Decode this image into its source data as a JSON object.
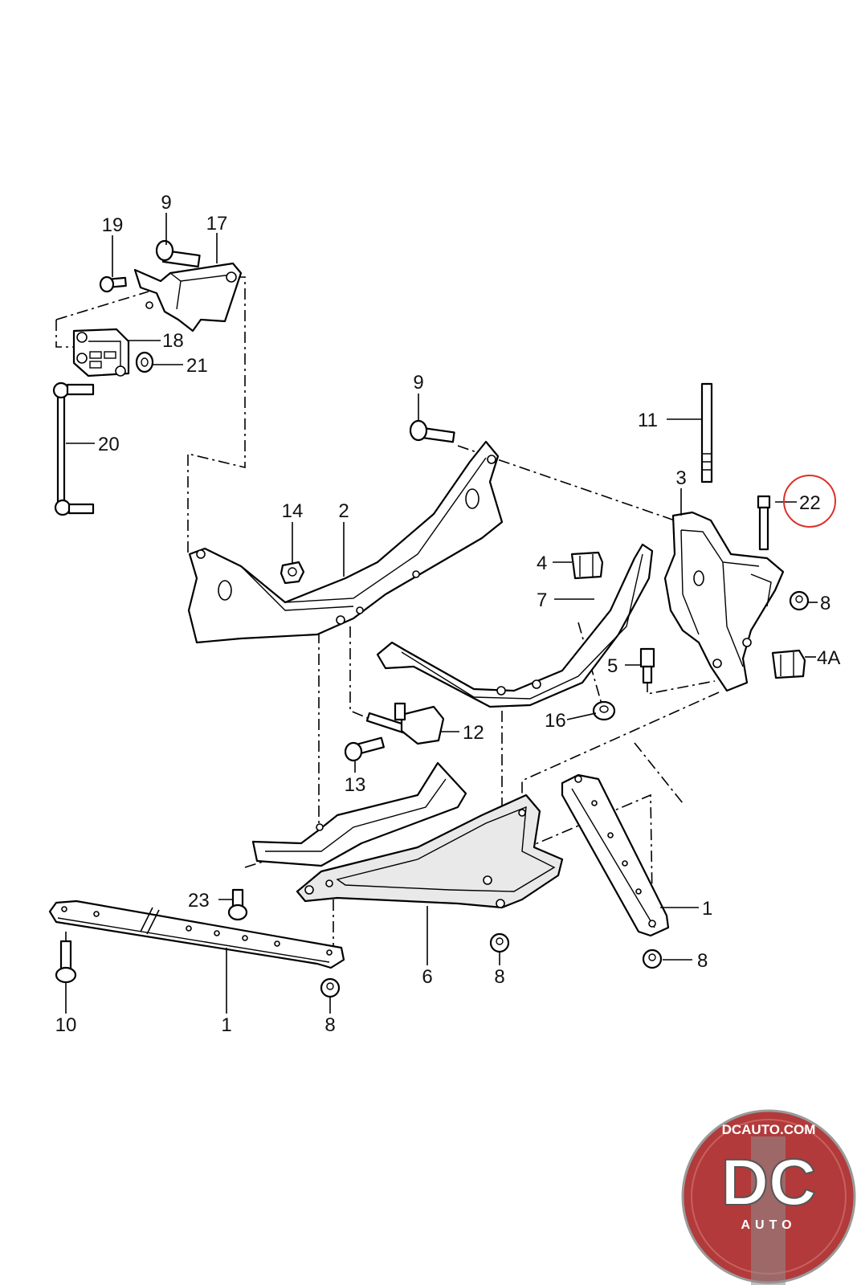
{
  "callouts": {
    "c1a": "1",
    "c1b": "1",
    "c2": "2",
    "c3": "3",
    "c4": "4",
    "c4a": "4A",
    "c5": "5",
    "c6": "6",
    "c7": "7",
    "c8a": "8",
    "c8b": "8",
    "c8c": "8",
    "c8d": "8",
    "c9a": "9",
    "c9b": "9",
    "c10": "10",
    "c11": "11",
    "c12": "12",
    "c13": "13",
    "c14": "14",
    "c16": "16",
    "c17": "17",
    "c18": "18",
    "c19": "19",
    "c20": "20",
    "c21": "21",
    "c22": "22",
    "c23": "23"
  },
  "highlight": {
    "circle_color": "#d9322b"
  },
  "logo": {
    "url_text": "DCAUTO.COM",
    "big_text": "DC",
    "sub_text": "AUTO",
    "color": "#b23a3a"
  }
}
